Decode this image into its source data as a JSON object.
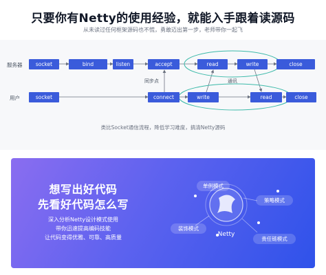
{
  "header": {
    "title": "只要你有Netty的使用经验，就能入手跟着读源码",
    "subtitle": "从未读过任何框架源码也不慌，勇敢迈出第一步，老师带你一起飞"
  },
  "diagram": {
    "server_label": "服务器",
    "client_label": "用户",
    "server_nodes": [
      "socket",
      "bind",
      "listen",
      "accept",
      "read",
      "write",
      "close"
    ],
    "client_nodes": [
      "socket",
      "connect",
      "write",
      "read",
      "close"
    ],
    "sync_point_label": "同步点",
    "communication_label": "通讯",
    "caption": "类比Socket通信流程，降低学习难度，搞清Netty源码"
  },
  "banner": {
    "title_line1": "想写出好代码",
    "title_line2": "先看好代码怎么写",
    "desc_line1": "深入分析Netty设计模式使用",
    "desc_line2": "带你迅速提高编码技能",
    "desc_line3": "让代码变得优雅、可靠、高质量",
    "hub_label": "Netty",
    "patterns": [
      "单例模式",
      "策略模式",
      "装饰模式",
      "责任链模式"
    ]
  },
  "colors": {
    "node_blue": "#3a5bdb",
    "teal_loop": "#3ab9a8",
    "banner_start": "#8a6df0",
    "banner_end": "#2f52ea"
  }
}
